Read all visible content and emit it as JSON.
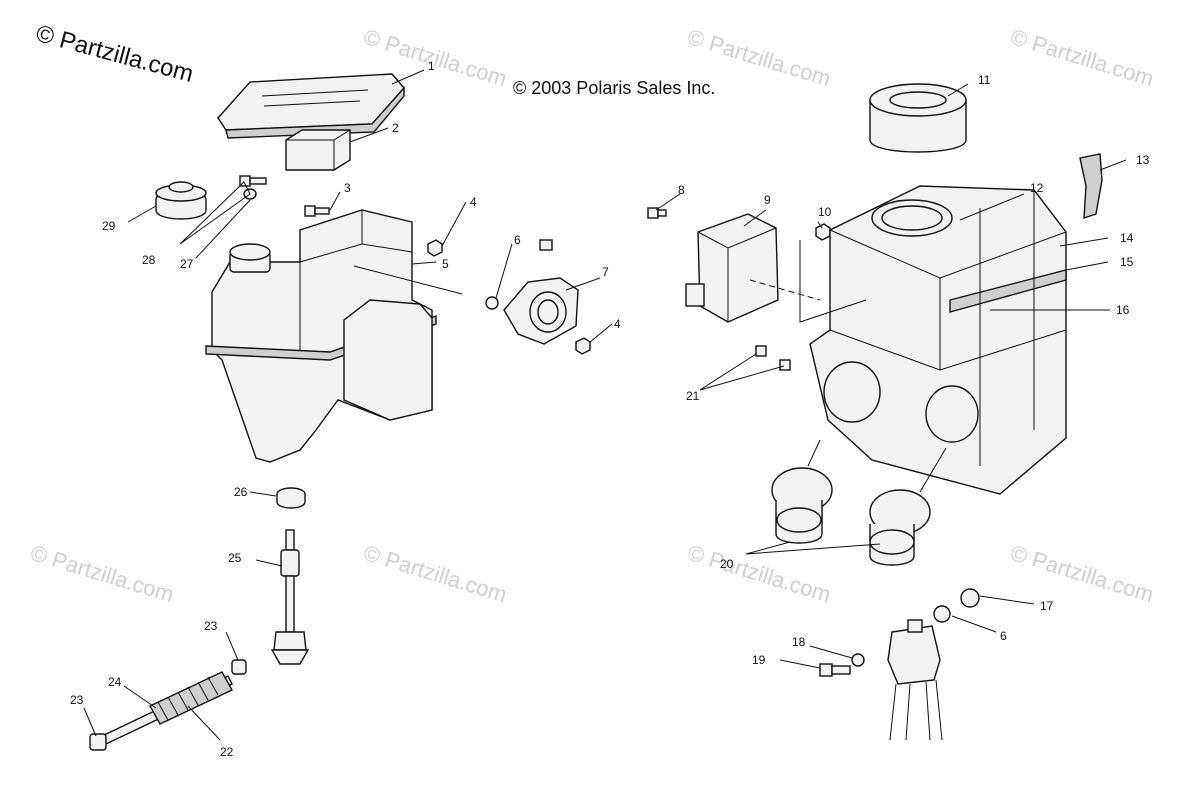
{
  "brand": "© Partzilla.com",
  "copyright": "© 2003 Polaris Sales Inc.",
  "watermark": "© Partzilla.com",
  "callouts": [
    "1",
    "2",
    "3",
    "4",
    "5",
    "6",
    "7",
    "4",
    "8",
    "9",
    "10",
    "11",
    "12",
    "13",
    "14",
    "15",
    "16",
    "21",
    "20",
    "17",
    "6",
    "18",
    "19",
    "23",
    "24",
    "22",
    "23",
    "25",
    "26",
    "27",
    "28",
    "29"
  ],
  "colors": {
    "line": "#111111",
    "watermark": "#cfcfcf",
    "background": "#ffffff"
  }
}
